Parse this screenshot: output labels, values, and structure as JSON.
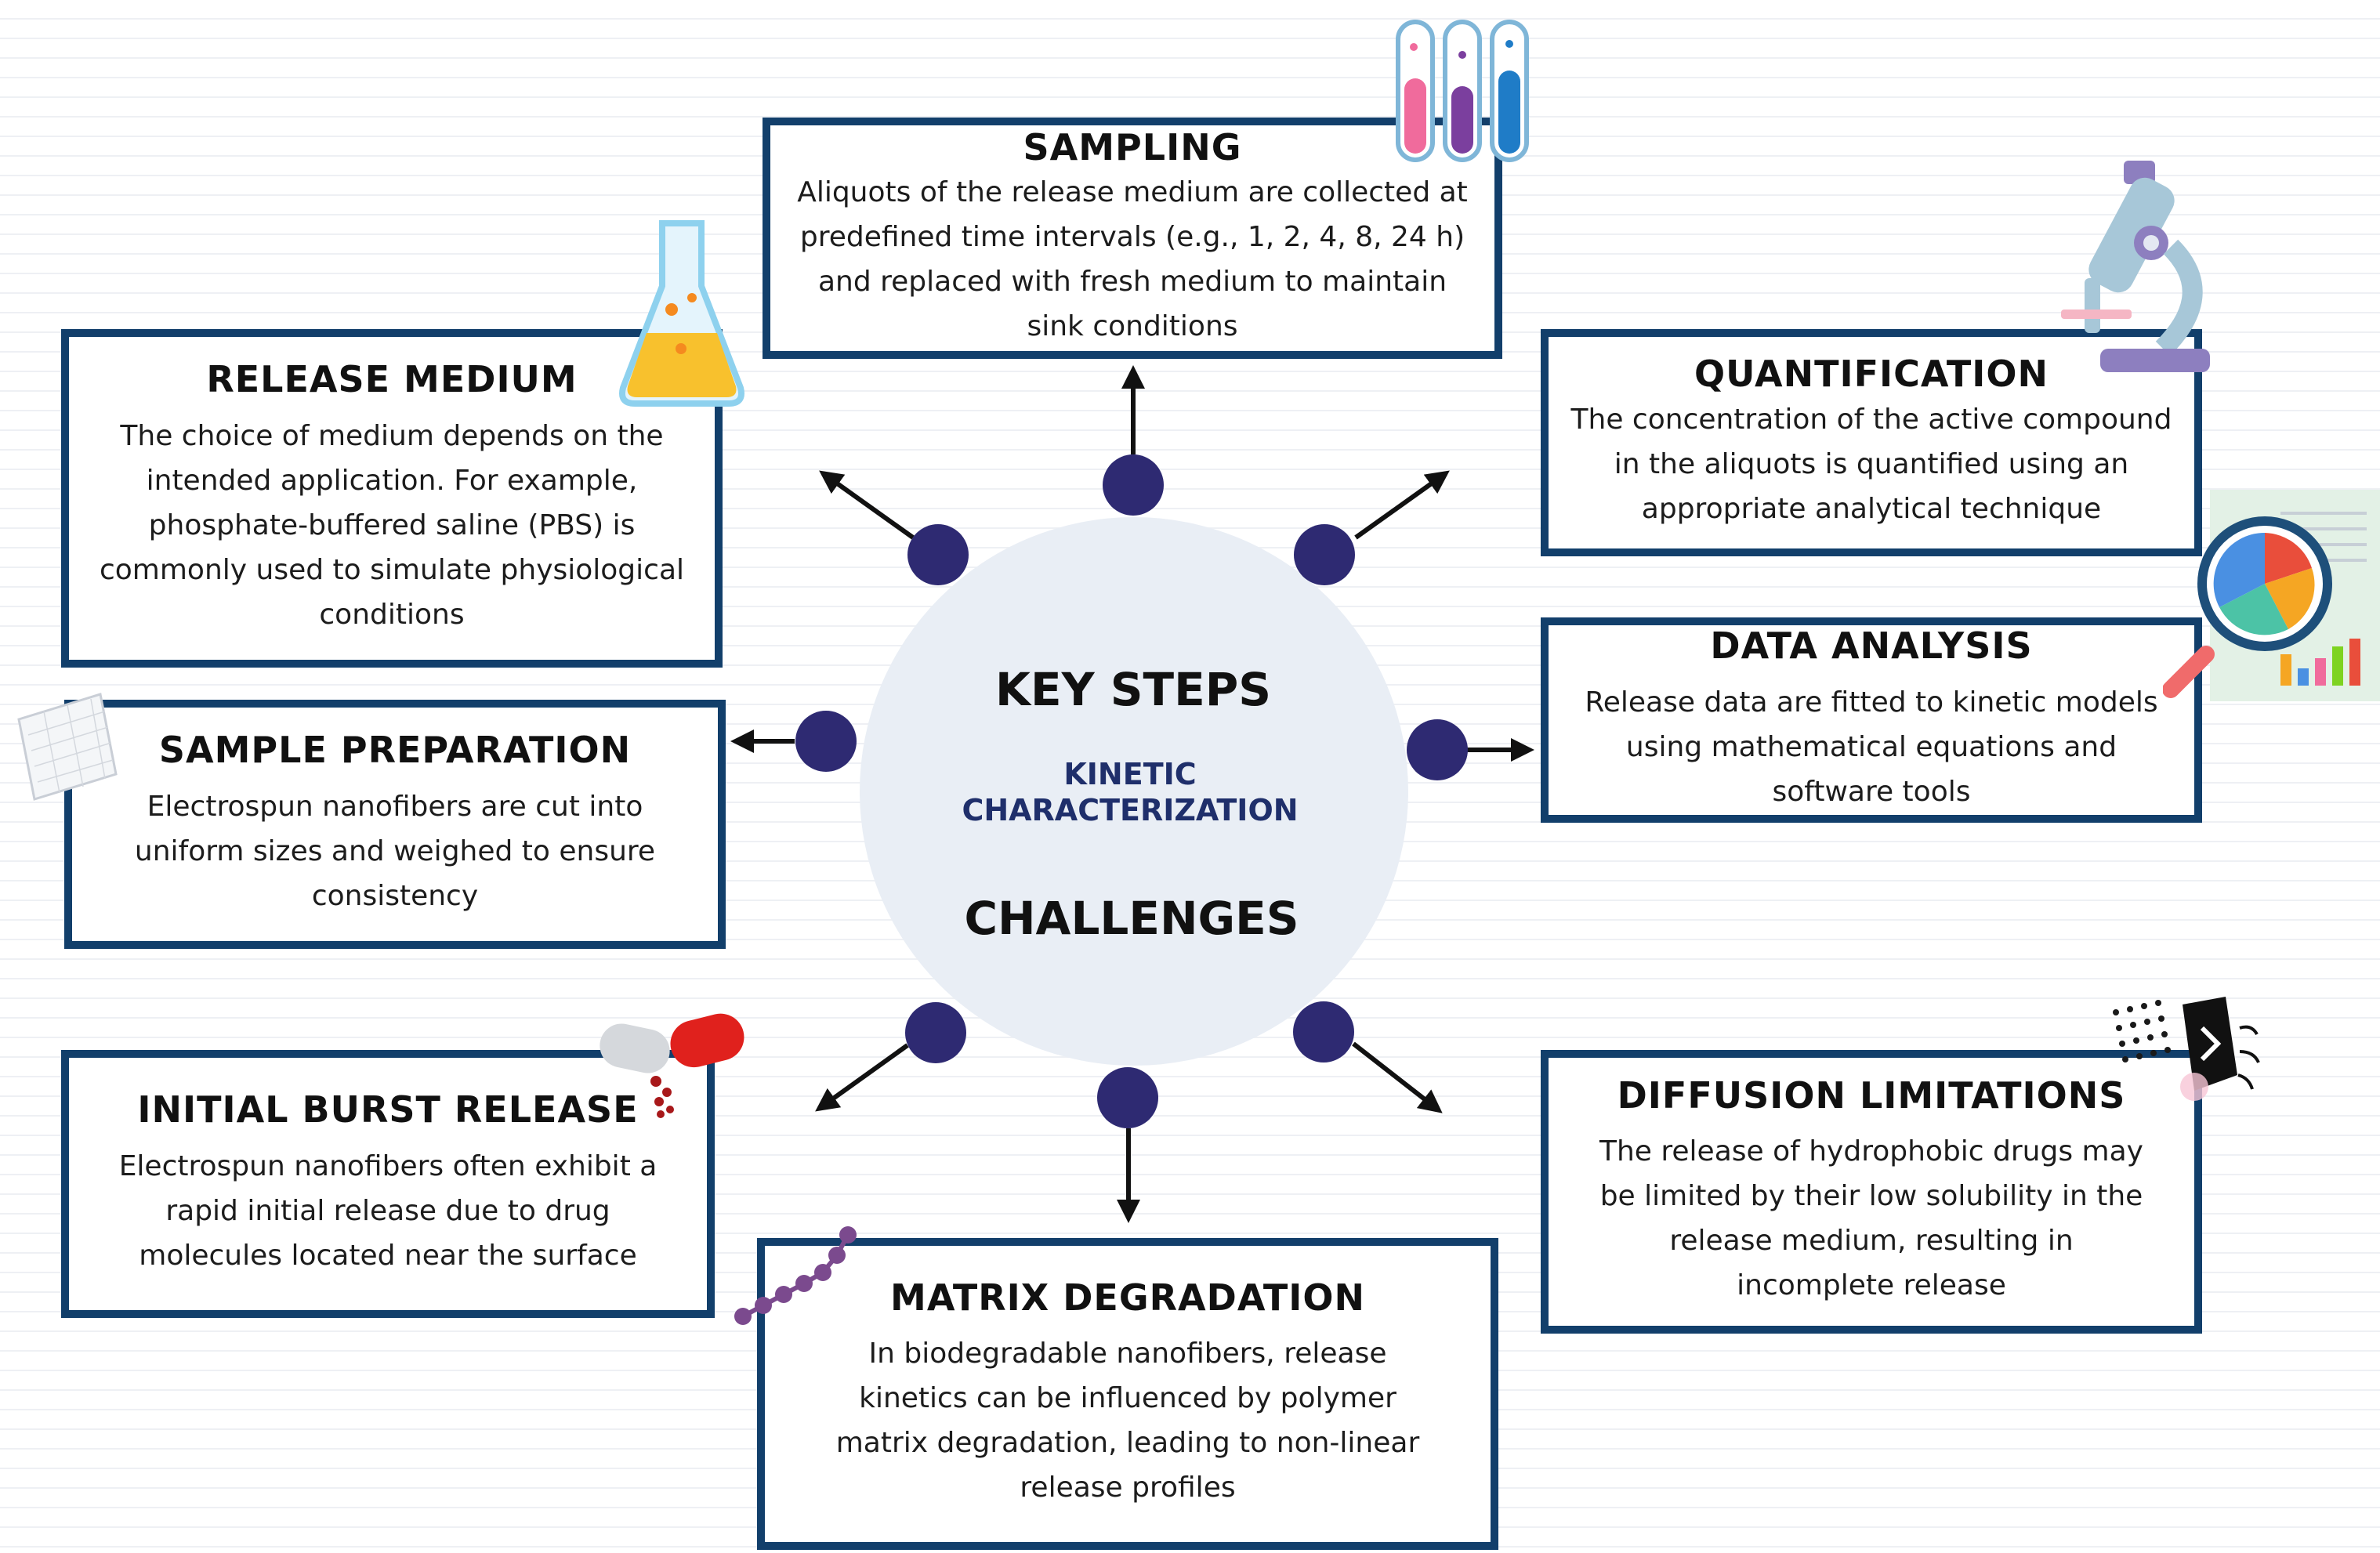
{
  "center": {
    "key_steps": "KEY STEPS",
    "kinetic": "KINETIC",
    "characterization": "CHARACTERIZATION",
    "challenges": "CHALLENGES"
  },
  "boxes": {
    "sampling": {
      "title": "SAMPLING",
      "text": "Aliquots of the release medium are collected at predefined time intervals (e.g., 1, 2, 4, 8, 24 h) and replaced with fresh medium to maintain sink conditions"
    },
    "release_medium": {
      "title": "RELEASE MEDIUM",
      "text": "The choice of medium depends on the intended application. For example, phosphate-buffered saline (PBS) is commonly used to simulate physiological conditions"
    },
    "quantification": {
      "title": "QUANTIFICATION",
      "text": "The concentration of the active compound in the aliquots is quantified using an appropriate analytical technique"
    },
    "sample_preparation": {
      "title": "SAMPLE PREPARATION",
      "text": "Electrospun nanofibers are cut into uniform sizes and weighed to ensure consistency"
    },
    "data_analysis": {
      "title": "DATA ANALYSIS",
      "text": "Release data are fitted to kinetic models using mathematical equations and software tools"
    },
    "initial_burst": {
      "title": "INITIAL BURST RELEASE",
      "text": "Electrospun nanofibers often exhibit a rapid initial release due to drug molecules located near the surface"
    },
    "diffusion": {
      "title": "DIFFUSION LIMITATIONS",
      "text": "The release of hydrophobic drugs may be limited by their low solubility in the release medium, resulting in incomplete release"
    },
    "matrix": {
      "title": "MATRIX DEGRADATION",
      "text": "In biodegradable nanofibers, release kinetics can be influenced by polymer matrix degradation, leading to non-linear release profiles"
    }
  },
  "colors": {
    "border": "#123f6b",
    "dot": "#2e2a72",
    "hub": "#e9eef5",
    "arrow": "#111111"
  },
  "icons": {
    "sampling": "test-tubes-icon",
    "release_medium": "flask-icon",
    "quantification": "microscope-icon",
    "sample_preparation": "mesh-sheet-icon",
    "data_analysis": "magnifier-chart-icon",
    "initial_burst": "capsule-icon",
    "diffusion": "diffusion-icon",
    "matrix": "polymer-chain-icon"
  }
}
